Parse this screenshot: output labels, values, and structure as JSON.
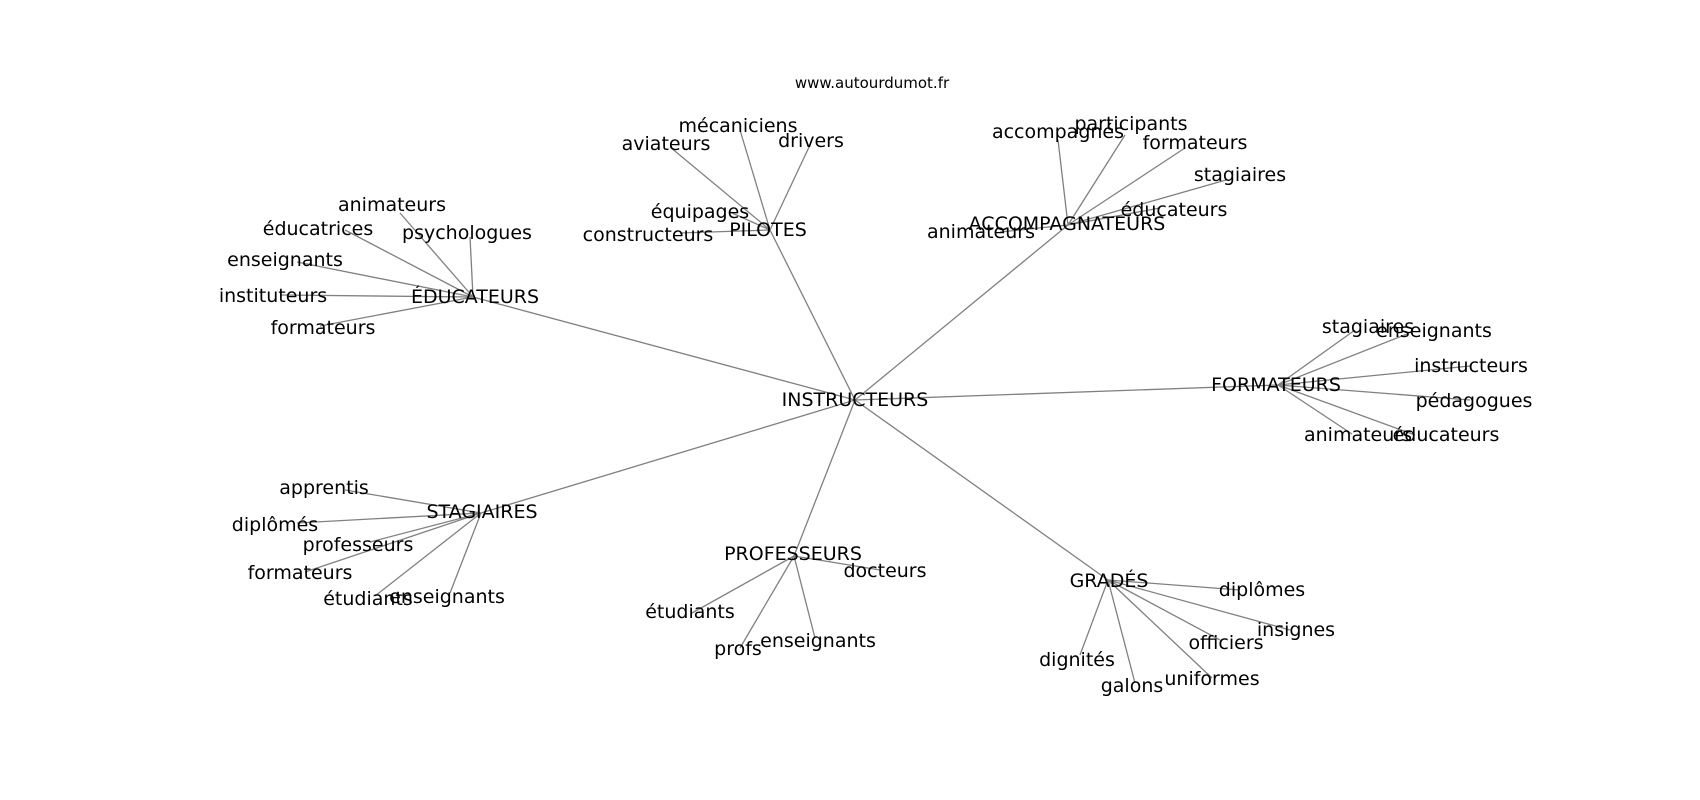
{
  "site": "www.autourdumot.fr",
  "colors": {
    "edge": "#808080",
    "text": "#000000",
    "background": "#ffffff"
  },
  "center": "INSTRUCTEURS",
  "groups": [
    {
      "hub": "ÉDUCATEURS",
      "leaves": [
        "animateurs",
        "éducatrices",
        "psychologues",
        "enseignants",
        "instituteurs",
        "formateurs"
      ]
    },
    {
      "hub": "PILOTES",
      "leaves": [
        "mécaniciens",
        "aviateurs",
        "drivers",
        "équipages",
        "constructeurs"
      ]
    },
    {
      "hub": "ACCOMPAGNATEURS",
      "leaves": [
        "participants",
        "accompagnés",
        "formateurs",
        "stagiaires",
        "éducateurs",
        "animateurs"
      ]
    },
    {
      "hub": "FORMATEURS",
      "leaves": [
        "stagiaires",
        "enseignants",
        "instructeurs",
        "pédagogues",
        "animateurs",
        "éducateurs"
      ]
    },
    {
      "hub": "STAGIAIRES",
      "leaves": [
        "apprentis",
        "diplômés",
        "professeurs",
        "formateurs",
        "étudiants",
        "enseignants"
      ]
    },
    {
      "hub": "PROFESSEURS",
      "leaves": [
        "docteurs",
        "étudiants",
        "profs",
        "enseignants"
      ]
    },
    {
      "hub": "GRADÉS",
      "leaves": [
        "diplômes",
        "insignes",
        "officiers",
        "dignités",
        "galons",
        "uniformes"
      ]
    }
  ]
}
